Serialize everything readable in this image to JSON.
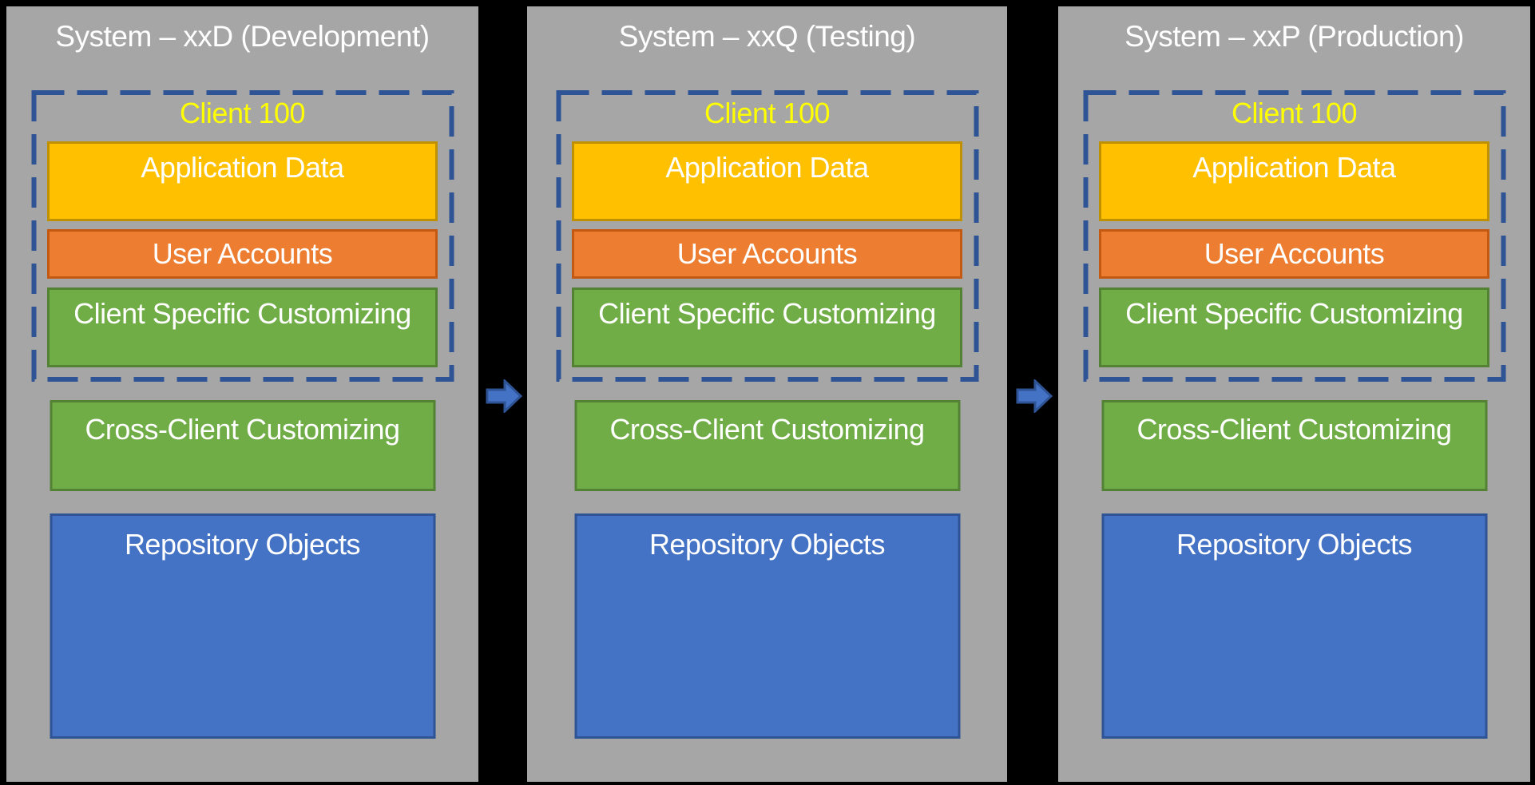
{
  "systems": [
    {
      "title": "System – xxD (Development)",
      "client_label": "Client 100",
      "application_data": "Application Data",
      "user_accounts": "User Accounts",
      "client_specific_customizing": "Client Specific Customizing",
      "cross_client_customizing": "Cross-Client Customizing",
      "repository_objects": "Repository Objects"
    },
    {
      "title": "System – xxQ (Testing)",
      "client_label": "Client 100",
      "application_data": "Application Data",
      "user_accounts": "User Accounts",
      "client_specific_customizing": "Client Specific Customizing",
      "cross_client_customizing": "Cross-Client Customizing",
      "repository_objects": "Repository Objects"
    },
    {
      "title": "System – xxP (Production)",
      "client_label": "Client 100",
      "application_data": "Application Data",
      "user_accounts": "User Accounts",
      "client_specific_customizing": "Client Specific Customizing",
      "cross_client_customizing": "Cross-Client Customizing",
      "repository_objects": "Repository Objects"
    }
  ],
  "icons": {
    "transport_arrow": "right-block-arrow"
  },
  "palette": {
    "background": "#000000",
    "panel_gray": "#A6A6A6",
    "title_text": "#FFFFFF",
    "client_label_text": "#FFFF00",
    "client_dashed_border": "#2F5496",
    "application_data_fill": "#FFC000",
    "application_data_border": "#BF9000",
    "user_accounts_fill": "#ED7D31",
    "user_accounts_border": "#C45911",
    "customizing_fill": "#70AD47",
    "customizing_border": "#548235",
    "repository_fill": "#4472C4",
    "repository_border": "#2F5496",
    "arrow_fill": "#4472C4",
    "arrow_border": "#2F5496",
    "box_label_text": "#FFFFFF"
  }
}
